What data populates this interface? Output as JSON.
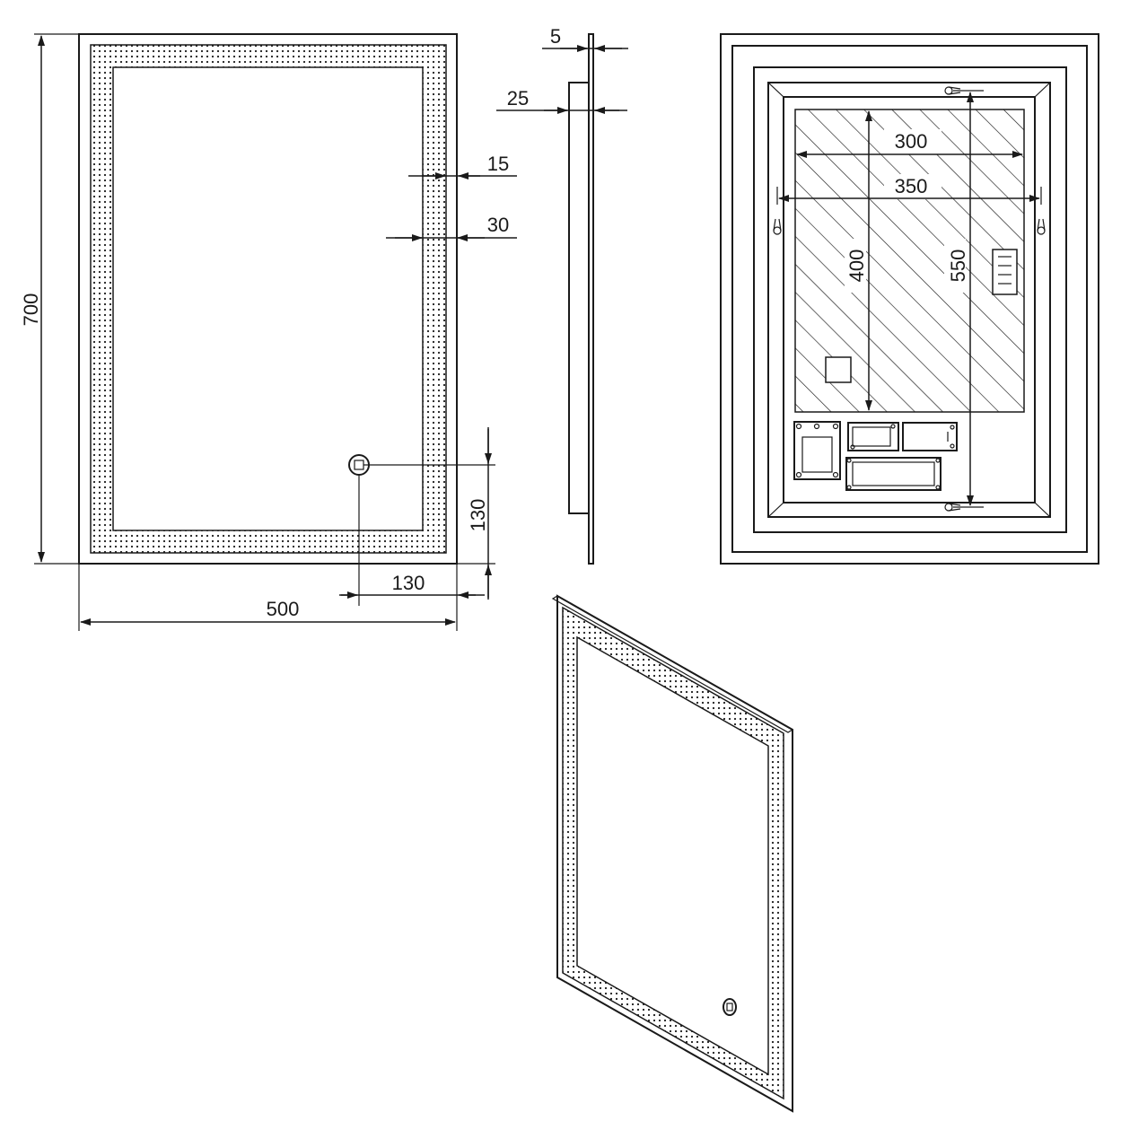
{
  "drawing": {
    "front_view": {
      "width_label": "500",
      "height_label": "700",
      "frame_inner_label": "15",
      "frame_outer_label": "30",
      "switch_x_label": "130",
      "switch_y_label": "130"
    },
    "side_view": {
      "glass_thickness_label": "5",
      "total_depth_label": "25"
    },
    "back_view": {
      "inner_width_label": "300",
      "hook_span_label": "350",
      "inner_height_label": "400",
      "hook_vertical_label": "550"
    }
  }
}
